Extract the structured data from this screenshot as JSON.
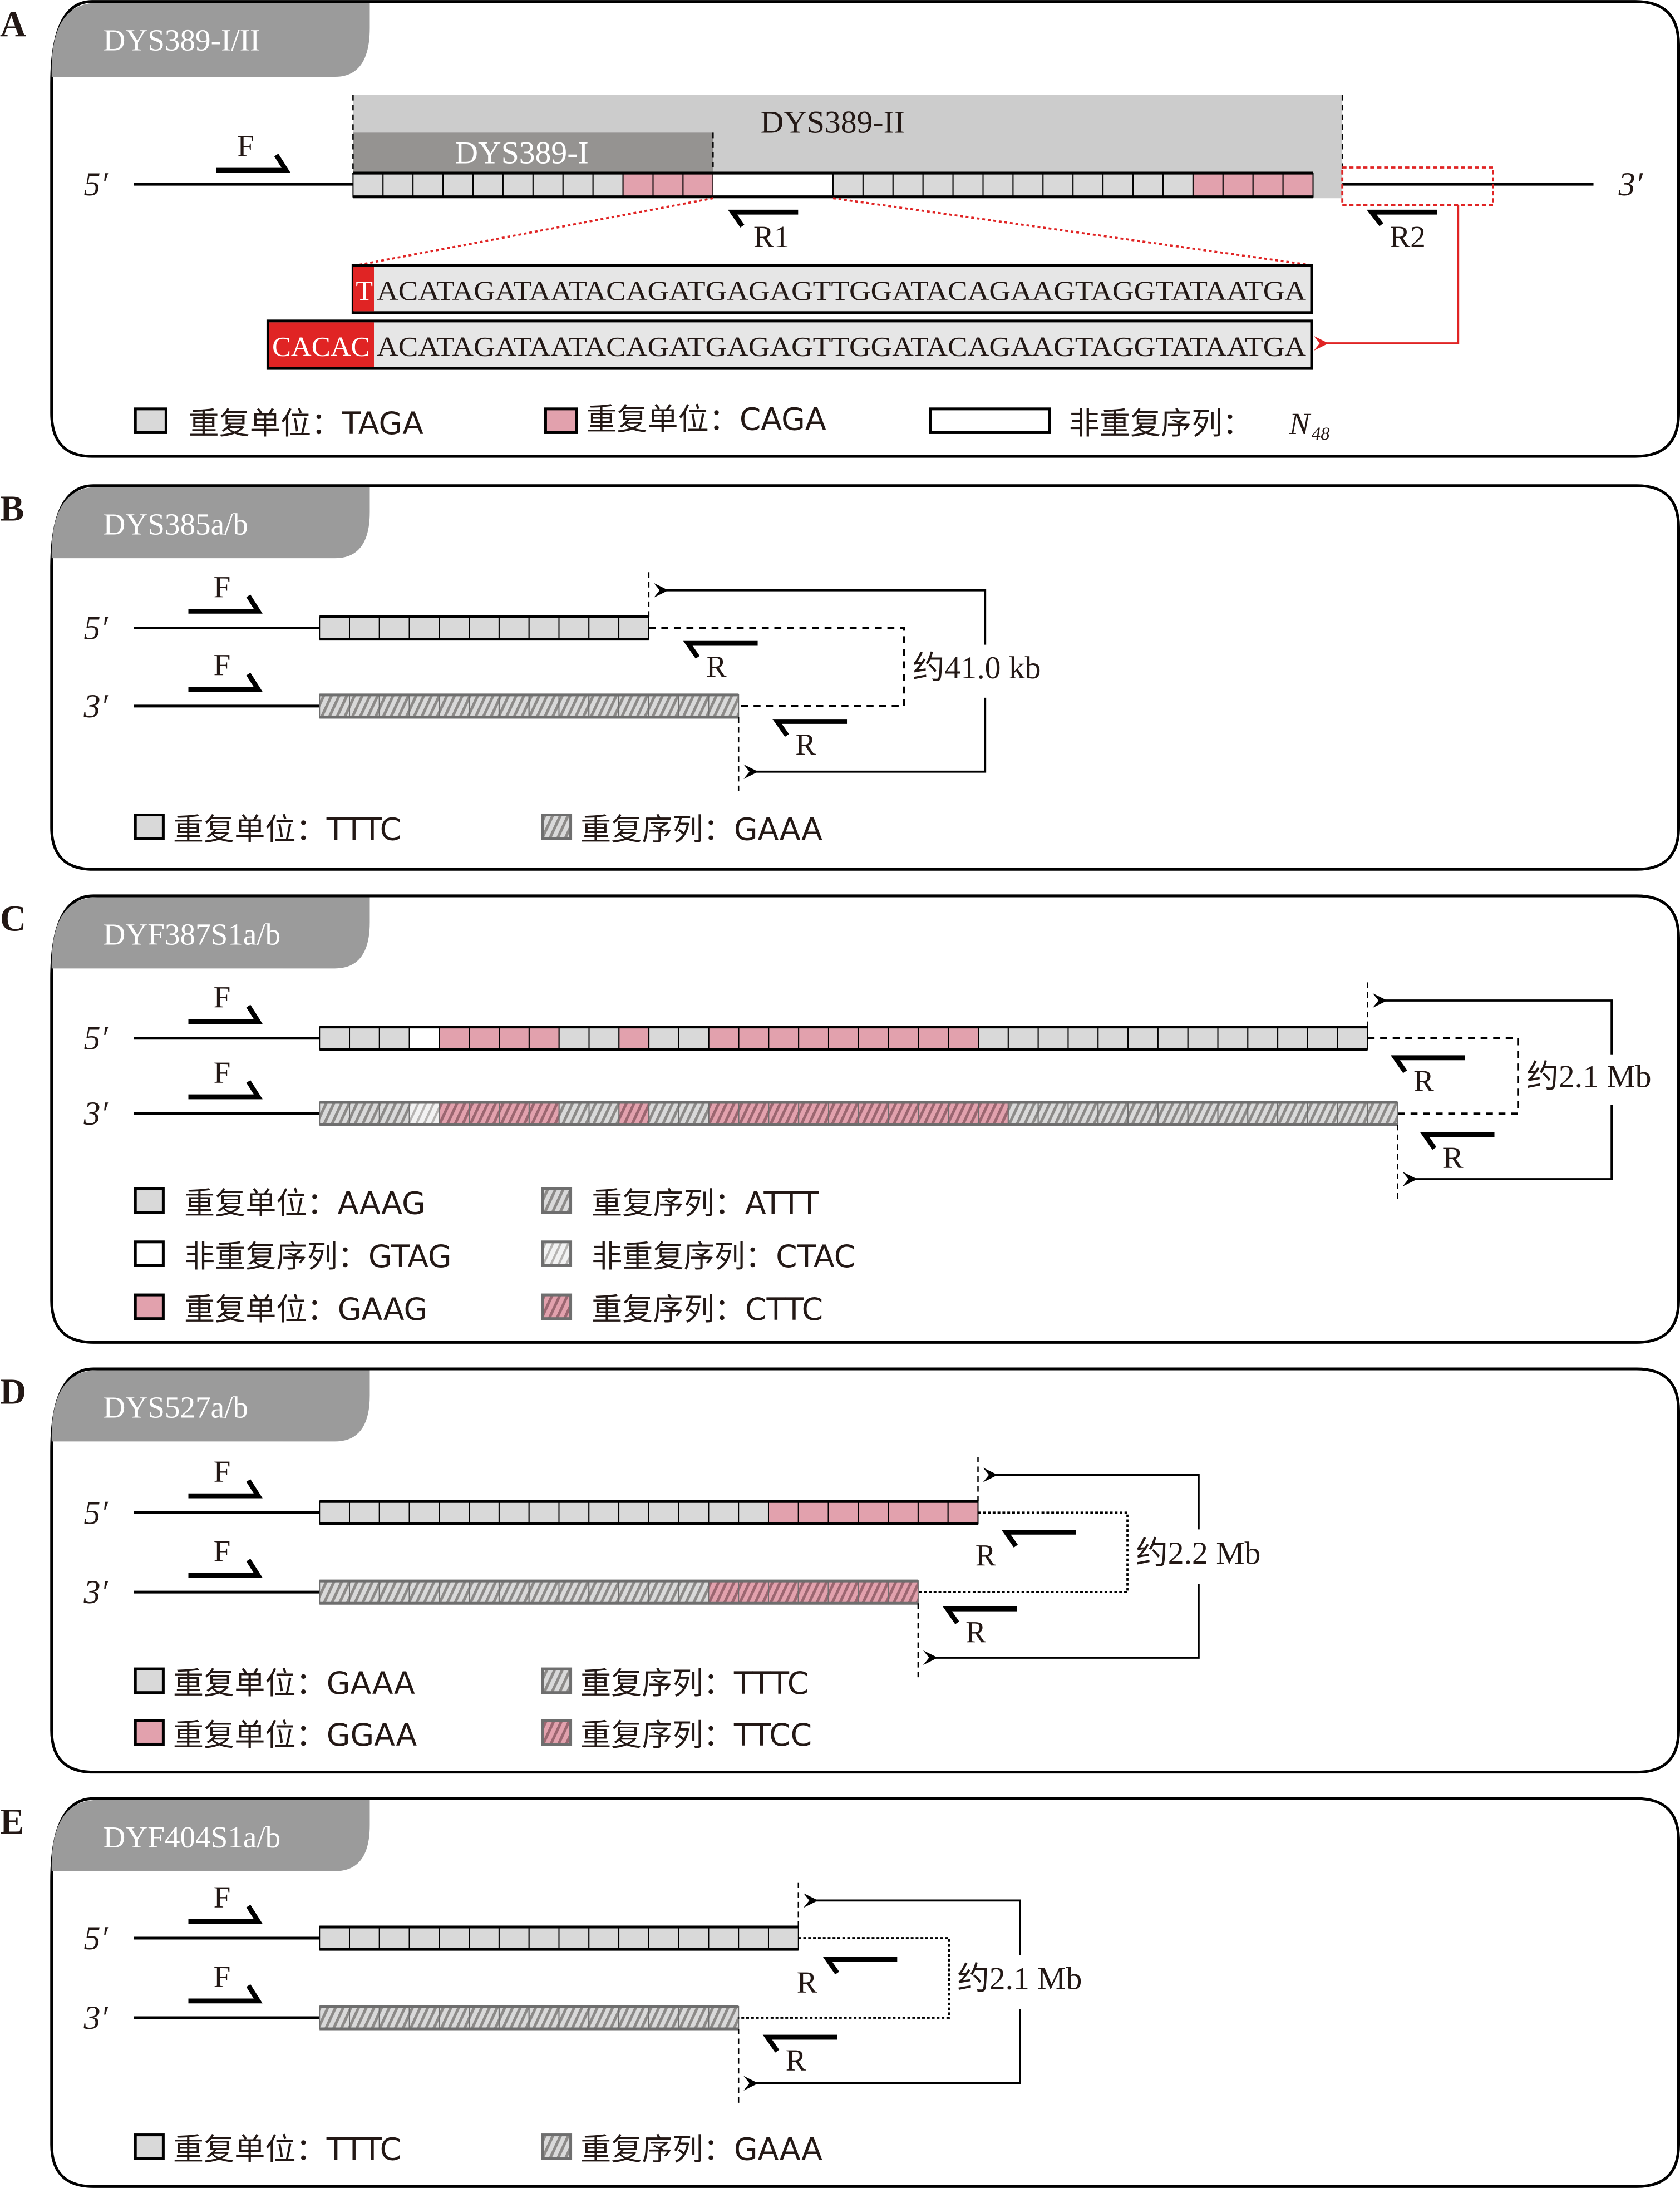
{
  "colors": {
    "gray_unit": "#d9d9d9",
    "pink_unit": "#e2a1ad",
    "tab": "#9b9b9b",
    "dys389_i_box": "#959391",
    "dys389_ii_box": "#cccccc",
    "seq_box": "#e6e6e6",
    "red": "#e02424",
    "hatch_gray_bg": "#d9d9d9",
    "hatch_stroke": "#8c8a88",
    "hatch_border": "#6e6e6e"
  },
  "panels": {
    "A": {
      "letter": "A",
      "title": "DYS389-I/II",
      "five_prime": "5′",
      "three_prime": "3′",
      "primer_f": "F",
      "primer_r1": "R1",
      "primer_r2": "R2",
      "region_ii_label": "DYS389-II",
      "region_i_label": "DYS389-I",
      "strand_segments": [
        {
          "type": "gray",
          "count": 9
        },
        {
          "type": "pink",
          "count": 3
        },
        {
          "type": "white-gap",
          "count": 4
        },
        {
          "type": "gray",
          "count": 12
        },
        {
          "type": "pink",
          "count": 4
        }
      ],
      "sequence_rows": [
        {
          "prefix": "T",
          "sequence": "ACATAGATAATACAGATGAGAGTTGGATACAGAAGTAGGTATAATGA"
        },
        {
          "prefix": "CACAC",
          "sequence": "ACATAGATAATACAGATGAGAGTTGGATACAGAAGTAGGTATAATGA"
        }
      ],
      "legend": [
        {
          "swatch": "gray",
          "label": "重复单位：TAGA"
        },
        {
          "swatch": "pink",
          "label": "重复单位：CAGA"
        },
        {
          "swatch": "white-wide",
          "label": "非重复序列：",
          "italic_suffix": "N",
          "subscript": "48"
        }
      ]
    },
    "B": {
      "letter": "B",
      "title": "DYS385a/b",
      "five_prime": "5′",
      "three_prime": "3′",
      "primer_f": "F",
      "primer_r": "R",
      "distance": "约41.0 kb",
      "top_row": [
        {
          "type": "gray",
          "count": 11
        }
      ],
      "bottom_row": [
        {
          "type": "hatch-gray",
          "count": 14
        }
      ],
      "legend": [
        {
          "swatch": "gray",
          "label": "重复单位：TTTC"
        },
        {
          "swatch": "hatch-gray",
          "label": "重复序列：GAAA"
        }
      ]
    },
    "C": {
      "letter": "C",
      "title": "DYF387S1a/b",
      "five_prime": "5′",
      "three_prime": "3′",
      "primer_f": "F",
      "primer_r": "R",
      "distance": "约2.1 Mb",
      "top_row": [
        {
          "type": "gray",
          "count": 3
        },
        {
          "type": "white",
          "count": 1
        },
        {
          "type": "pink",
          "count": 4
        },
        {
          "type": "gray",
          "count": 2
        },
        {
          "type": "pink",
          "count": 1
        },
        {
          "type": "gray",
          "count": 2
        },
        {
          "type": "pink",
          "count": 9
        },
        {
          "type": "gray",
          "count": 13
        }
      ],
      "bottom_row": [
        {
          "type": "hatch-gray",
          "count": 3
        },
        {
          "type": "hatch-white",
          "count": 1
        },
        {
          "type": "hatch-pink",
          "count": 4
        },
        {
          "type": "hatch-gray",
          "count": 2
        },
        {
          "type": "hatch-pink",
          "count": 1
        },
        {
          "type": "hatch-gray",
          "count": 2
        },
        {
          "type": "hatch-pink",
          "count": 10
        },
        {
          "type": "hatch-gray",
          "count": 13
        }
      ],
      "legend": [
        {
          "swatch": "gray",
          "label": "重复单位：AAAG"
        },
        {
          "swatch": "hatch-gray",
          "label": "重复序列：ATTT"
        },
        {
          "swatch": "white",
          "label": "非重复序列：GTAG"
        },
        {
          "swatch": "hatch-white",
          "label": "非重复序列：CTAC"
        },
        {
          "swatch": "pink",
          "label": "重复单位：GAAG"
        },
        {
          "swatch": "hatch-pink",
          "label": "重复序列：CTTC"
        }
      ]
    },
    "D": {
      "letter": "D",
      "title": "DYS527a/b",
      "five_prime": "5′",
      "three_prime": "3′",
      "primer_f": "F",
      "primer_r": "R",
      "distance": "约2.2 Mb",
      "top_row": [
        {
          "type": "gray",
          "count": 15
        },
        {
          "type": "pink",
          "count": 7
        }
      ],
      "bottom_row": [
        {
          "type": "hatch-gray",
          "count": 13
        },
        {
          "type": "hatch-pink",
          "count": 7
        }
      ],
      "legend": [
        {
          "swatch": "gray",
          "label": "重复单位：GAAA"
        },
        {
          "swatch": "hatch-gray",
          "label": "重复序列：TTTC"
        },
        {
          "swatch": "pink",
          "label": "重复单位：GGAA"
        },
        {
          "swatch": "hatch-pink",
          "label": "重复序列：TTCC"
        }
      ]
    },
    "E": {
      "letter": "E",
      "title": "DYF404S1a/b",
      "five_prime": "5′",
      "three_prime": "3′",
      "primer_f": "F",
      "primer_r": "R",
      "distance": "约2.1 Mb",
      "top_row": [
        {
          "type": "gray",
          "count": 16
        }
      ],
      "bottom_row": [
        {
          "type": "hatch-gray",
          "count": 14
        }
      ],
      "legend": [
        {
          "swatch": "gray",
          "label": "重复单位：TTTC"
        },
        {
          "swatch": "hatch-gray",
          "label": "重复序列：GAAA"
        }
      ]
    }
  }
}
